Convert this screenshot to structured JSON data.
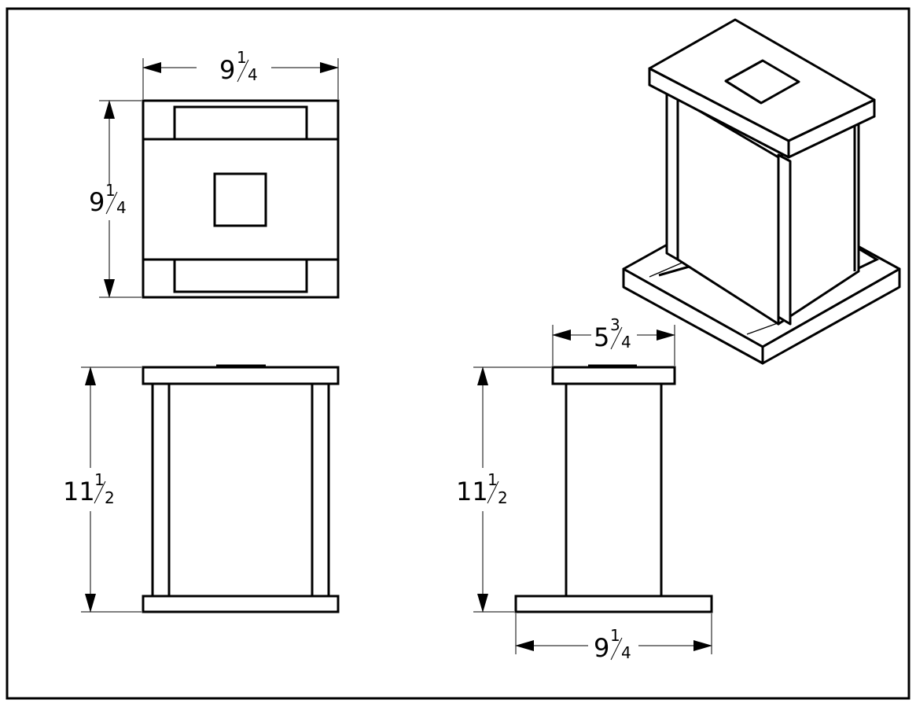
{
  "dimensions": {
    "top_width": {
      "whole": "9",
      "num": "1",
      "den": "4"
    },
    "top_depth": {
      "whole": "9",
      "num": "1",
      "den": "4"
    },
    "front_height": {
      "whole": "11",
      "num": "1",
      "den": "2"
    },
    "side_top": {
      "whole": "5",
      "num": "3",
      "den": "4"
    },
    "side_height": {
      "whole": "11",
      "num": "1",
      "den": "2"
    },
    "side_base": {
      "whole": "9",
      "num": "1",
      "den": "4"
    }
  },
  "colors": {
    "line": "#000000",
    "background": "#ffffff"
  }
}
